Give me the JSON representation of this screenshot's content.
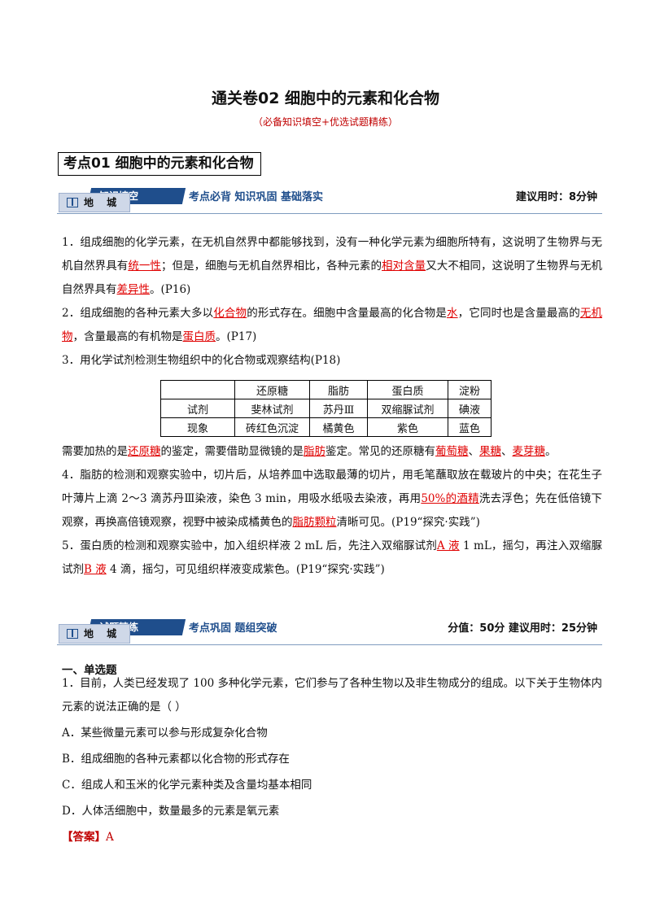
{
  "title": "通关卷02 细胞中的元素和化合物",
  "subtitle": "（必备知识填空+优选试题精练）",
  "kaodian_title": "考点01   细胞中的元素和化合物",
  "section1": {
    "tag_dark": "知识填空",
    "tag_light": "地 城",
    "slogan": "考点必背  知识巩固  基础落实",
    "time": "建议用时：8分钟"
  },
  "items": {
    "p1": {
      "a": "1．组成细胞的化学元素，在无机自然界中都能够找到，没有一种化学元素为细胞所特有，这说明了生物界与无机自然界具有",
      "b1": "统一性",
      "c": "；但是，细胞与无机自然界相比，各种元素的",
      "b2": "相对含量",
      "d": "又大不相同，这说明了生物界与无机自然界具有",
      "b3": "差异性",
      "e": "。(P16)"
    },
    "p2": {
      "a": "2．组成细胞的各种元素大多以",
      "b1": "化合物",
      "c": "的形式存在。细胞中含量最高的化合物是",
      "b2": "水",
      "d": "，它同时也是含量最高的",
      "b3": "无机物",
      "e": "，含量最高的有机物是",
      "b4": "蛋白质",
      "f": "。(P17)"
    },
    "p3": "3．用化学试剂检测生物组织中的化合物或观察结构(P18)",
    "table": {
      "header": [
        "",
        "还原糖",
        "脂肪",
        "蛋白质",
        "淀粉"
      ],
      "rows": [
        [
          "试剂",
          "斐林试剂",
          "苏丹Ⅲ",
          "双缩脲试剂",
          "碘液"
        ],
        [
          "现象",
          "砖红色沉淀",
          "橘黄色",
          "紫色",
          "蓝色"
        ]
      ]
    },
    "p3b": {
      "a": "需要加热的是",
      "b1": "还原糖",
      "c": "的鉴定，需要借助显微镜的是",
      "b2": "脂肪",
      "d": "鉴定。常见的还原糖有",
      "b3": "葡萄糖",
      "s1": "、",
      "b4": "果糖",
      "s2": "、",
      "b5": "麦芽糖",
      "e": "。"
    },
    "p4": {
      "a": "4．脂肪的检测和观察实验中，切片后，从培养皿中选取最薄的切片，用毛笔蘸取放在载玻片的中央；在花生子叶薄片上滴 2～3 滴苏丹Ⅲ染液，染色 3 min，用吸水纸吸去染液，再用",
      "b1": "50%的酒精",
      "c": "洗去浮色；先在低倍镜下观察，再换高倍镜观察，视野中被染成橘黄色的",
      "b2": "脂肪颗粒",
      "d": "清晰可见。(P19“探究·实践”)"
    },
    "p5": {
      "a": "5．蛋白质的检测和观察实验中，加入组织样液 2 mL 后，先注入双缩脲试剂",
      "b1": "A 液",
      "c": " 1 mL，摇匀，再注入双缩脲试剂",
      "b2": "B 液",
      "d": " 4 滴，摇匀，可见组织样液变成紫色。(P19“探究·实践”)"
    }
  },
  "section2": {
    "tag_dark": "试题精练",
    "tag_light": "地 城",
    "slogan": "考点巩固  题组突破",
    "info": "分值：50分    建议用时：25分钟"
  },
  "question_section": {
    "heading": "一、单选题",
    "q1": "1．目前，人类已经发现了 100 多种化学元素，它们参与了各种生物以及非生物成分的组成。以下关于生物体内元素的说法正确的是（    ）",
    "options": [
      "A．某些微量元素可以参与形成复杂化合物",
      "B．组成细胞的各种元素都以化合物的形式存在",
      "C．组成人和玉米的化学元素种类及含量均基本相同",
      "D．人体活细胞中，数量最多的元素是氧元素"
    ],
    "answer_label": "【答案】",
    "answer_value": "A"
  }
}
